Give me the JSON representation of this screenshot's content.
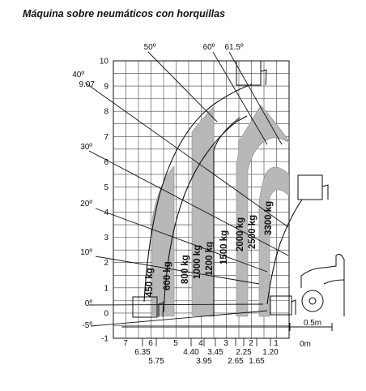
{
  "title": "Máquina sobre neumáticos con horquillas",
  "chart_data": {
    "type": "load-chart",
    "x_axis": {
      "tick_labels": [
        "7",
        "6",
        "5",
        "4",
        "3",
        "2",
        "1",
        "0m"
      ],
      "extra_labels_row1": [
        "6.35",
        "4.40",
        "3.45",
        "2.25",
        "1.20"
      ],
      "extra_labels_row2": [
        "5.75",
        "3.95",
        "2.65",
        "1.65"
      ],
      "scale_bar_label": "0.5m"
    },
    "y_axis": {
      "tick_labels": [
        "-1",
        "0",
        "1",
        "2",
        "3",
        "4",
        "5",
        "6",
        "7",
        "8",
        "9",
        "10"
      ],
      "extra_labels": [
        "9.07"
      ]
    },
    "angles": [
      "50º",
      "60º",
      "61.5º",
      "40º",
      "30º",
      "20º",
      "10º",
      "0º",
      "-5º"
    ],
    "load_zones": [
      "450 kg",
      "600 kg",
      "800 kg",
      "1000 kg",
      "1200 kg",
      "1500 kg",
      "2000 kg",
      "2500 kg",
      "3300 kg"
    ]
  }
}
